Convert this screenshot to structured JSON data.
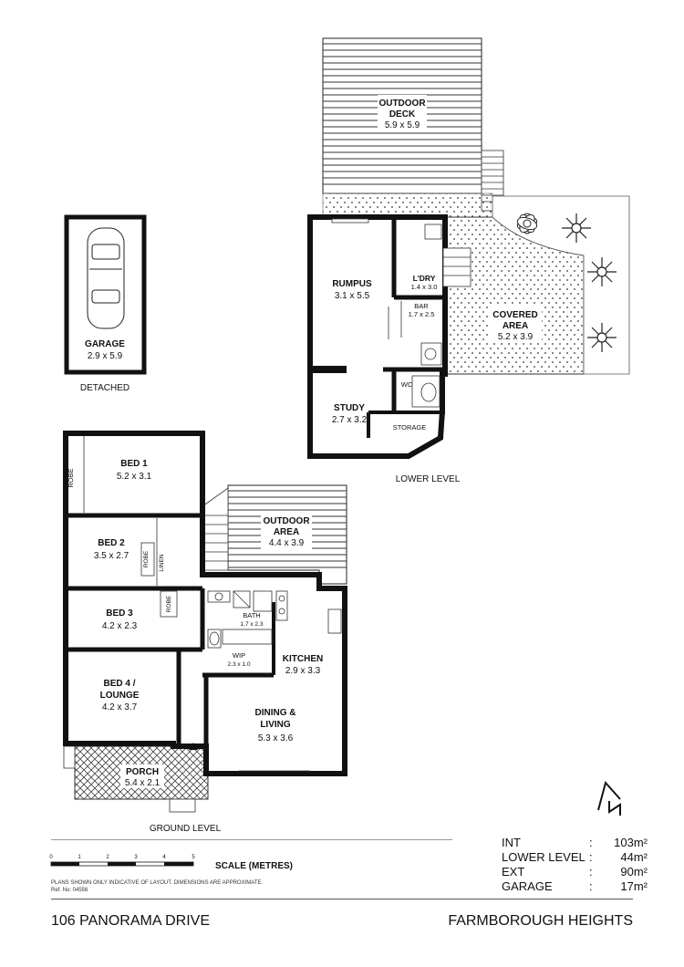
{
  "rooms": {
    "outdoor_deck": {
      "name1": "OUTDOOR",
      "name2": "DECK",
      "dim": "5.9 x 5.9"
    },
    "garage": {
      "name": "GARAGE",
      "dim": "2.9 x 5.9",
      "note": "DETACHED"
    },
    "rumpus": {
      "name": "RUMPUS",
      "dim": "3.1 x 5.5"
    },
    "laundry": {
      "name": "L'DRY",
      "dim": "1.4 x 3.0"
    },
    "bar": {
      "name": "BAR",
      "dim": "1.7 x 2.5"
    },
    "covered_area": {
      "name1": "COVERED",
      "name2": "AREA",
      "dim": "5.2 x 3.9"
    },
    "study": {
      "name": "STUDY",
      "dim": "2.7 x 3.2"
    },
    "wc": {
      "name": "WC"
    },
    "storage": {
      "name": "STORAGE"
    },
    "bed1": {
      "name": "BED 1",
      "dim": "5.2 x 3.1",
      "robe": "ROBE"
    },
    "bed2": {
      "name": "BED 2",
      "dim": "3.5 x 2.7",
      "robe": "ROBE",
      "linen": "LINEN"
    },
    "bed3": {
      "name": "BED 3",
      "dim": "4.2 x 2.3",
      "robe": "ROBE"
    },
    "bed4": {
      "name1": "BED 4 /",
      "name2": "LOUNGE",
      "dim": "4.2 x 3.7"
    },
    "outdoor_area": {
      "name1": "OUTDOOR",
      "name2": "AREA",
      "dim": "4.4 x 3.9"
    },
    "bath": {
      "name": "BATH",
      "dim": "1.7 x 2.3"
    },
    "wip": {
      "name": "WIP",
      "dim": "2.3 x 1.0"
    },
    "kitchen": {
      "name": "KITCHEN",
      "dim": "2.9 x 3.3"
    },
    "dining": {
      "name1": "DINING &",
      "name2": "LIVING",
      "dim": "5.3 x 3.6"
    },
    "porch": {
      "name": "PORCH",
      "dim": "5.4 x 2.1"
    }
  },
  "levels": {
    "lower": "LOWER LEVEL",
    "ground": "GROUND LEVEL"
  },
  "scale": {
    "title": "SCALE (METRES)",
    "ticks": [
      "0",
      "1",
      "2",
      "3",
      "4",
      "5"
    ]
  },
  "disclaimer": {
    "line1": "PLANS SHOWN ONLY INDICATIVE OF LAYOUT.  DIMENSIONS ARE APPROXIMATE.",
    "line2": "Ref. No: 04556"
  },
  "areas": [
    {
      "label": "INT",
      "value": "103m²"
    },
    {
      "label": "LOWER LEVEL",
      "value": "44m²"
    },
    {
      "label": "EXT",
      "value": "90m²"
    },
    {
      "label": "GARAGE",
      "value": "17m²"
    }
  ],
  "footer": {
    "address": "106 PANORAMA DRIVE",
    "suburb": "FARMBOROUGH HEIGHTS"
  },
  "colors": {
    "wall": "#111111",
    "hatch": "#555555",
    "dots": "#333333"
  }
}
